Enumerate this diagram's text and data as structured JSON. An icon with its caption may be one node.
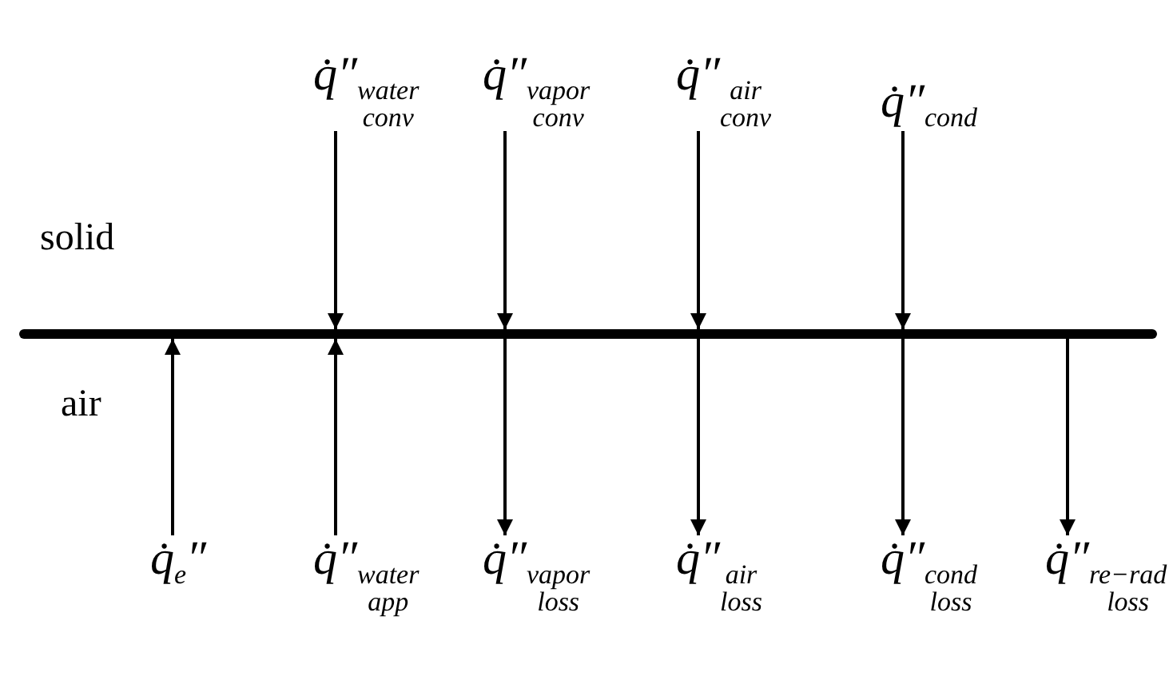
{
  "diagram": {
    "nodes": [
      {
        "text": [],
        "shape": "bar"
      },
      {
        "text": [
          "q̇″$_{water}$$_{conv}$"
        ]
      },
      {
        "text": [
          "q̇″$_{vapor}$$_{conv}$"
        ]
      },
      {
        "text": [
          "q̇″$_{air}$$_{conv}$"
        ]
      },
      {
        "text": [
          "q̇″$_{cond}$"
        ]
      },
      {
        "text": [
          "q̇$_{e}$″"
        ]
      },
      {
        "text": [
          "q̇″$_{water}$$_{app}$"
        ]
      },
      {
        "text": [
          "q̇″$_{vapor}$$_{loss}$"
        ]
      },
      {
        "text": [
          "q̇″$_{air}$$_{loss}$"
        ]
      },
      {
        "text": [
          "q̇″$_{cond}$$_{loss}$"
        ]
      },
      {
        "text": [
          "q̇″$_{re−rad}$$_{loss}$"
        ]
      }
    ],
    "edges": [
      {
        "from": 1,
        "to": 0,
        "arrow": "to"
      },
      {
        "from": 2,
        "to": 0,
        "arrow": "to"
      },
      {
        "from": 3,
        "to": 0,
        "arrow": "to"
      },
      {
        "from": 4,
        "to": 0,
        "arrow": "to"
      },
      {
        "from": 5,
        "to": 0,
        "arrow": "to"
      },
      {
        "from": 6,
        "to": 0,
        "arrow": "to"
      },
      {
        "from": 0,
        "to": 7,
        "arrow": "to"
      },
      {
        "from": 0,
        "to": 8,
        "arrow": "to"
      },
      {
        "from": 0,
        "to": 9,
        "arrow": "to"
      },
      {
        "from": 0,
        "to": 10,
        "arrow": "to"
      }
    ],
    "labels": [
      "solid",
      "air"
    ]
  }
}
